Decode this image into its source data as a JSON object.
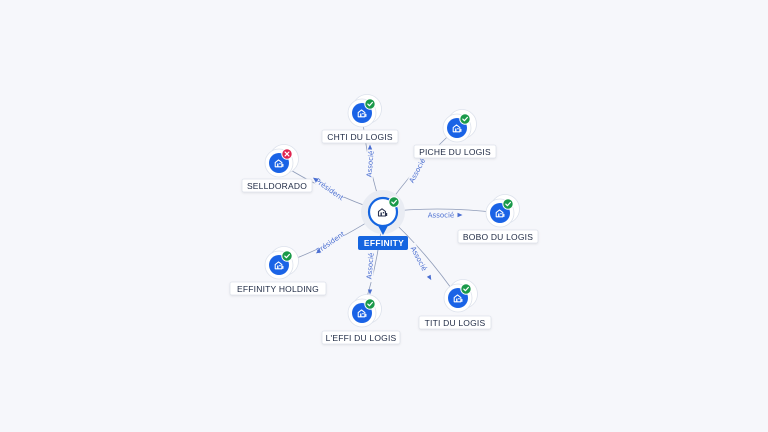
{
  "center": {
    "label": "EFFINITY",
    "icon": "building-icon",
    "status": "active"
  },
  "nodes": [
    {
      "id": "chti",
      "label": "CHTI DU LOGIS",
      "icon": "building-icon",
      "status": "active",
      "relation": "Associé"
    },
    {
      "id": "piche",
      "label": "PICHE DU LOGIS",
      "icon": "building-icon",
      "status": "active",
      "relation": "Associé"
    },
    {
      "id": "bobo",
      "label": "BOBO DU LOGIS",
      "icon": "building-icon",
      "status": "active",
      "relation": "Associé"
    },
    {
      "id": "titi",
      "label": "TITI DU LOGIS",
      "icon": "building-icon",
      "status": "active",
      "relation": "Associé"
    },
    {
      "id": "leffi",
      "label": "L'EFFI DU LOGIS",
      "icon": "building-icon",
      "status": "active",
      "relation": "Associé"
    },
    {
      "id": "effinity-holding",
      "label": "EFFINITY HOLDING",
      "icon": "building-icon",
      "status": "active",
      "relation": "Président"
    },
    {
      "id": "selldorado",
      "label": "SELLDORADO",
      "icon": "building-icon",
      "status": "closed",
      "relation": "Président"
    }
  ],
  "colors": {
    "accent": "#1565e0",
    "active_badge": "#1a9a4a",
    "closed_badge": "#e0234f",
    "edge_label": "#4a6ed1"
  }
}
